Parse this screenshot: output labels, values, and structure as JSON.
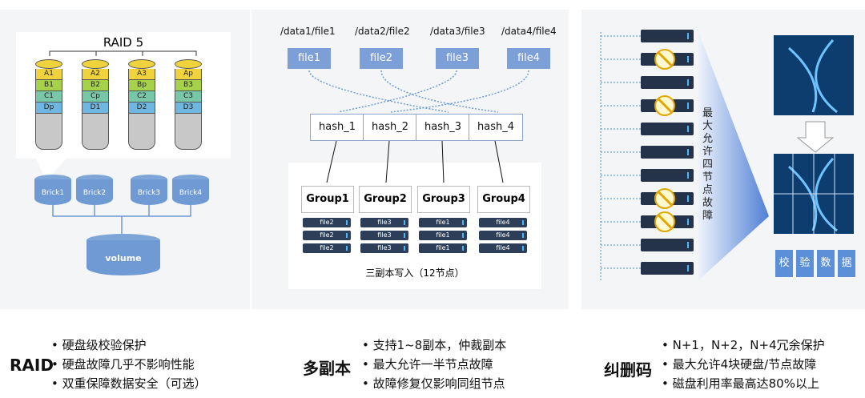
{
  "raid": {
    "diagram_title": "RAID 5",
    "disks": [
      [
        "A1",
        "B1",
        "C1",
        "Dp"
      ],
      [
        "A2",
        "B2",
        "Cp",
        "D1"
      ],
      [
        "A3",
        "Bp",
        "C2",
        "D2"
      ],
      [
        "Ap",
        "B3",
        "C3",
        "D3"
      ]
    ],
    "bricks": [
      "Brick1",
      "Brick2",
      "Brick3",
      "Brick4"
    ],
    "volume": "volume",
    "name": "RAID",
    "bullets": [
      "硬盘级校验保护",
      "硬盘故障几乎不影响性能",
      "双重保障数据安全（可选）"
    ]
  },
  "replica": {
    "paths": [
      "/data1/file1",
      "/data2/file2",
      "/data3/file3",
      "/data4/file4"
    ],
    "files": [
      "file1",
      "file2",
      "file3",
      "file4"
    ],
    "hashes": [
      "hash_1",
      "hash_2",
      "hash_3",
      "hash_4"
    ],
    "groups": [
      {
        "name": "Group1",
        "chips": [
          "file2",
          "file2",
          "file2"
        ]
      },
      {
        "name": "Group2",
        "chips": [
          "file3",
          "file3",
          "file3"
        ]
      },
      {
        "name": "Group3",
        "chips": [
          "file1",
          "file1",
          "file1"
        ]
      },
      {
        "name": "Group4",
        "chips": [
          "file4",
          "file4",
          "file4"
        ]
      }
    ],
    "caption": "三副本写入（12节点）",
    "name": "多副本",
    "bullets": [
      "支持1~8副本，仲裁副本",
      "最大允许一半节点故障",
      "故障修复仅影响同组节点"
    ]
  },
  "ec": {
    "vertical_label": "最大允许四节点故障",
    "check_chars": [
      "校",
      "验",
      "数",
      "据"
    ],
    "name": "纠删码",
    "bullets": [
      "N+1，N+2，N+4冗余保护",
      "最大允许4块硬盘/节点故障",
      "磁盘利用率最高达80%以上"
    ]
  },
  "colors": {
    "accent": "#7b9fd6",
    "server": "#24324a",
    "warn": "#e0a800"
  }
}
